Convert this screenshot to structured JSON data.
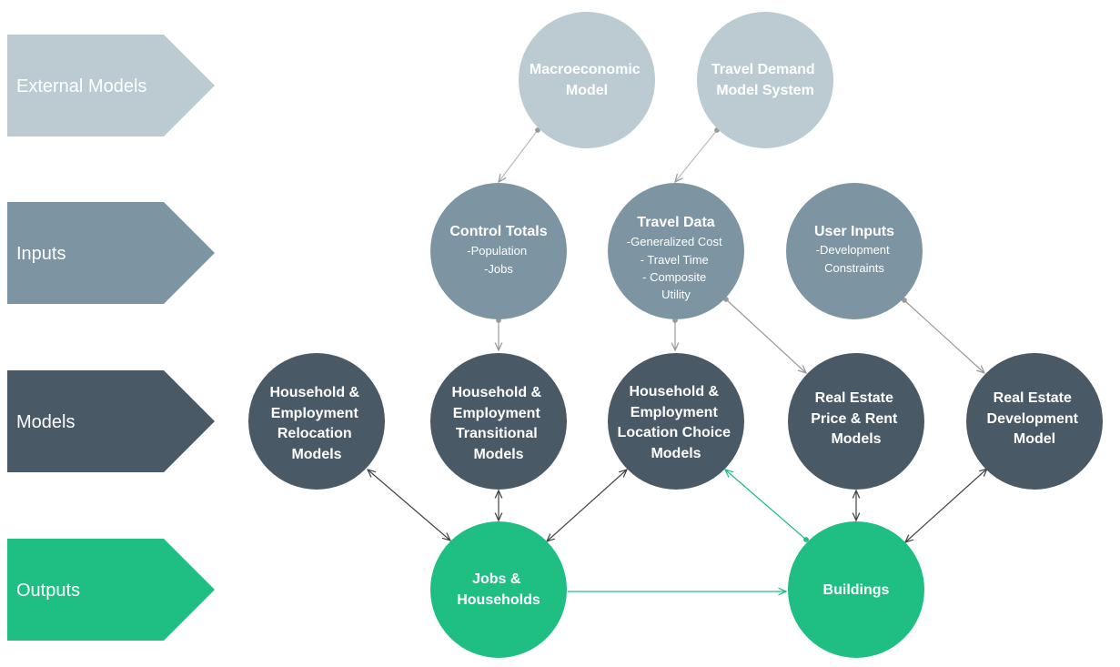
{
  "colors": {
    "external": "#bccbd2",
    "inputs": "#7d95a3",
    "models": "#4a5966",
    "outputs": "#1fbf84",
    "connector_gray": "#999999",
    "connector_dark": "#444444",
    "connector_green": "#1fbf84",
    "text": "#ffffff"
  },
  "bands": [
    {
      "id": "external",
      "label": "External Models"
    },
    {
      "id": "inputs",
      "label": "Inputs"
    },
    {
      "id": "models",
      "label": "Models"
    },
    {
      "id": "outputs",
      "label": "Outputs"
    }
  ],
  "nodes": {
    "macroeconomic": {
      "lines": [
        "Macroeconomic",
        "Model"
      ],
      "details": []
    },
    "travel_demand": {
      "lines": [
        "Travel Demand",
        "Model System"
      ],
      "details": []
    },
    "control_totals": {
      "lines": [
        "Control Totals"
      ],
      "details": [
        "-Population",
        "-Jobs"
      ]
    },
    "travel_data": {
      "lines": [
        "Travel Data"
      ],
      "details": [
        "-Generalized Cost",
        "- Travel Time",
        "- Composite",
        "Utility"
      ]
    },
    "user_inputs": {
      "lines": [
        "User Inputs"
      ],
      "details": [
        "-Development",
        "Constraints"
      ]
    },
    "relocation": {
      "lines": [
        "Household &",
        "Employment",
        "Relocation",
        "Models"
      ],
      "details": []
    },
    "transitional": {
      "lines": [
        "Household &",
        "Employment",
        "Transitional",
        "Models"
      ],
      "details": []
    },
    "location_choice": {
      "lines": [
        "Household &",
        "Employment",
        "Location Choice",
        "Models"
      ],
      "details": []
    },
    "price_rent": {
      "lines": [
        "Real Estate",
        "Price & Rent",
        "Models"
      ],
      "details": []
    },
    "development": {
      "lines": [
        "Real Estate",
        "Development",
        "Model"
      ],
      "details": []
    },
    "jobs_households": {
      "lines": [
        "Jobs &",
        "Households"
      ],
      "details": []
    },
    "buildings": {
      "lines": [
        "Buildings"
      ],
      "details": []
    }
  }
}
